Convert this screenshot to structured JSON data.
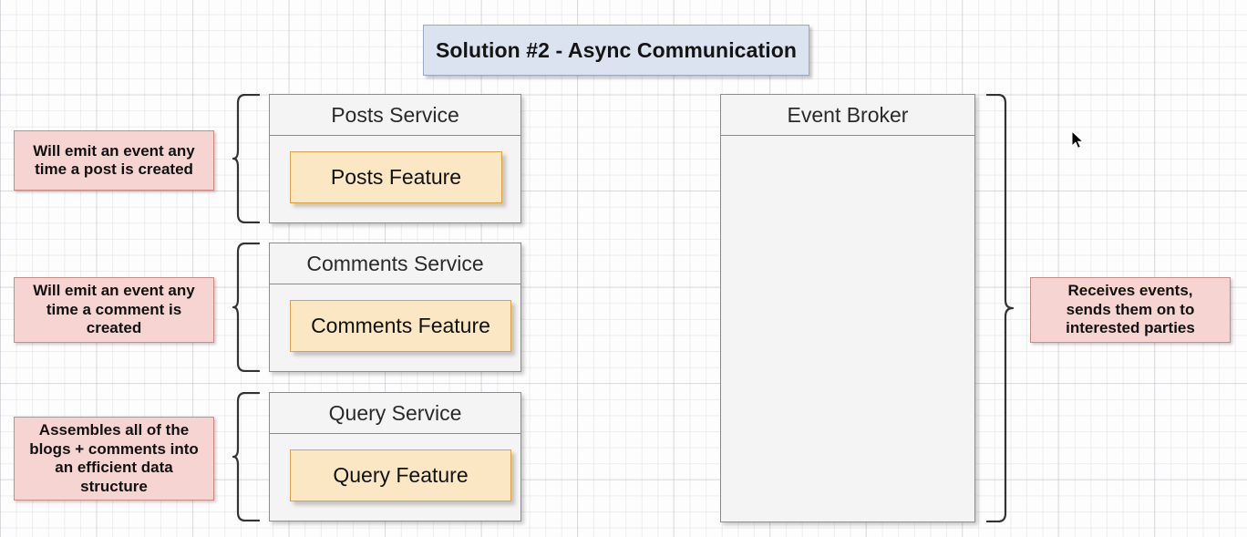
{
  "diagram": {
    "title": "Solution #2 - Async Communication",
    "services": [
      {
        "name": "posts",
        "header": "Posts Service",
        "feature": "Posts Feature",
        "note": "Will emit an event any\ntime a post is created"
      },
      {
        "name": "comments",
        "header": "Comments Service",
        "feature": "Comments Feature",
        "note": "Will emit an event any\ntime a comment is\ncreated"
      },
      {
        "name": "query",
        "header": "Query Service",
        "feature": "Query Feature",
        "note": "Assembles all of the\nblogs + comments into\nan efficient data\nstructure"
      }
    ],
    "broker": {
      "header": "Event Broker",
      "note": "Receives events,\nsends them on to\ninterested parties"
    },
    "colors": {
      "title_fill": "#dce3f0",
      "title_border": "#9aa8c4",
      "service_fill": "#f4f4f4",
      "service_border": "#8c8c8c",
      "feature_fill": "#fbe7c3",
      "feature_border": "#d9a441",
      "note_fill": "#f6d4d2",
      "note_border": "#c98b88",
      "brace_stroke": "#333333",
      "canvas_bg": "#fdfdfd"
    }
  }
}
